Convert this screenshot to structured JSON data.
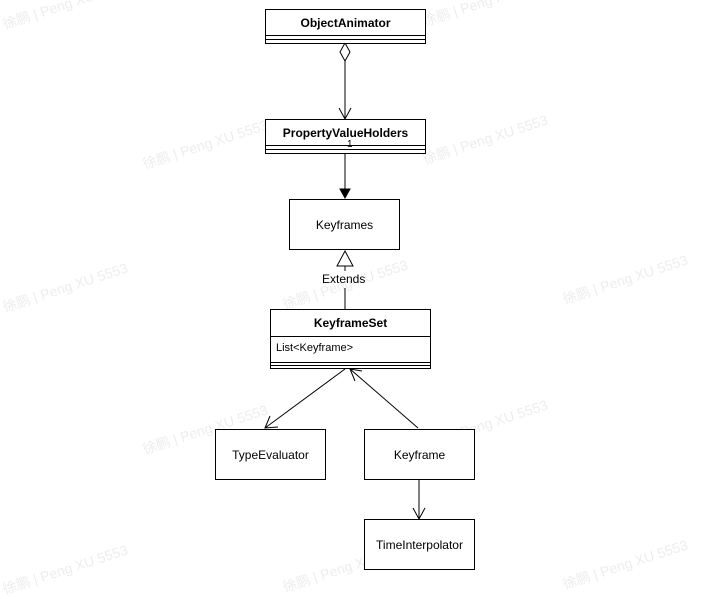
{
  "watermark": "徐鹏 | Peng XU 5553",
  "classes": {
    "object_animator": {
      "name": "ObjectAnimator"
    },
    "property_value_holders": {
      "name": "PropertyValueHolders",
      "multiplicity": "1"
    },
    "keyframes": {
      "name": "Keyframes"
    },
    "keyframe_set": {
      "name": "KeyframeSet",
      "attribute": "List<Keyframe>"
    },
    "type_evaluator": {
      "name": "TypeEvaluator"
    },
    "keyframe": {
      "name": "Keyframe"
    },
    "time_interpolator": {
      "name": "TimeInterpolator"
    }
  },
  "relations": {
    "extends_label": "Extends"
  }
}
